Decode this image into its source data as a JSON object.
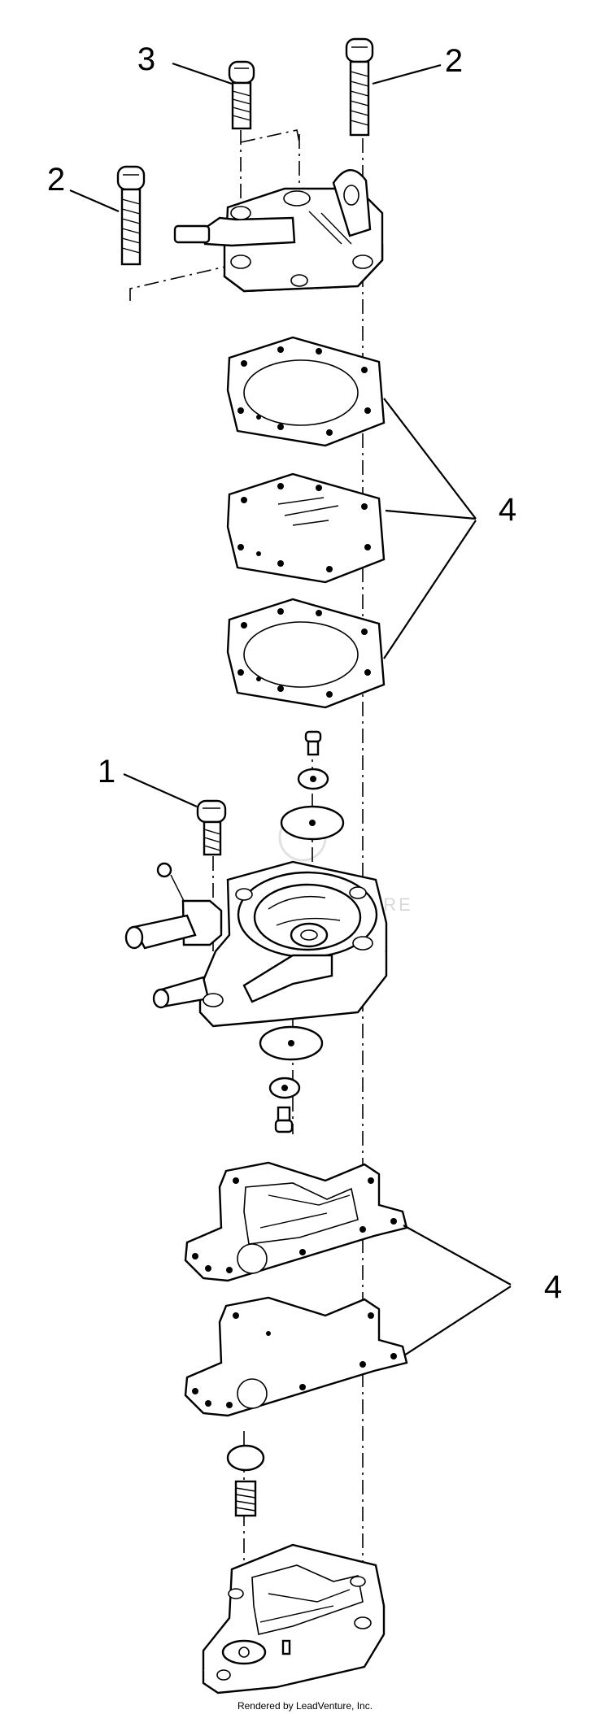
{
  "callouts": {
    "c1": "1",
    "c2a": "2",
    "c2b": "2",
    "c3": "3",
    "c4a": "4",
    "c4b": "4"
  },
  "watermark": "LEADVENTURE",
  "credit": "Rendered by LeadVenture, Inc."
}
